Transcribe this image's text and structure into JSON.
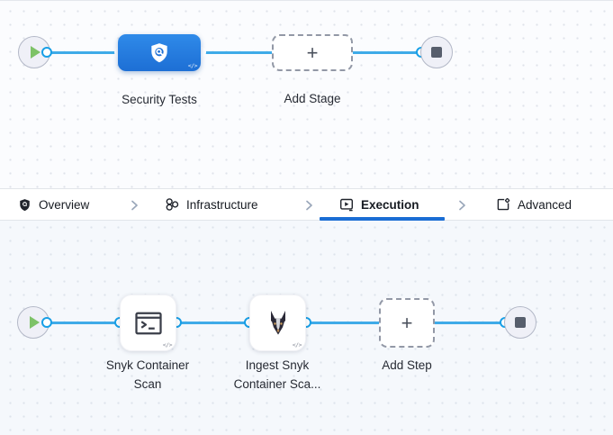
{
  "stage_graph": {
    "stage_label": "Security Tests",
    "add_stage_label": "Add Stage"
  },
  "tabs": [
    {
      "label": "Overview",
      "icon": "shield-icon",
      "active": false
    },
    {
      "label": "Infrastructure",
      "icon": "infrastructure-icon",
      "active": false
    },
    {
      "label": "Execution",
      "icon": "execution-icon",
      "active": true
    },
    {
      "label": "Advanced",
      "icon": "advanced-icon",
      "active": false
    }
  ],
  "step_graph": {
    "steps": [
      {
        "label": "Snyk Container Scan",
        "icon": "terminal-icon"
      },
      {
        "label": "Ingest Snyk Container Sca...",
        "icon": "snyk-dog-icon"
      }
    ],
    "add_step_label": "Add Step"
  },
  "glyphs": {
    "plus": "+",
    "code": "</>"
  },
  "colors": {
    "accent_blue": "#1a6dd4",
    "line_blue": "#3fabe8",
    "stage_blue": "#1d6fd5",
    "play_green": "#7dc267",
    "end_slate": "#575e6c"
  }
}
